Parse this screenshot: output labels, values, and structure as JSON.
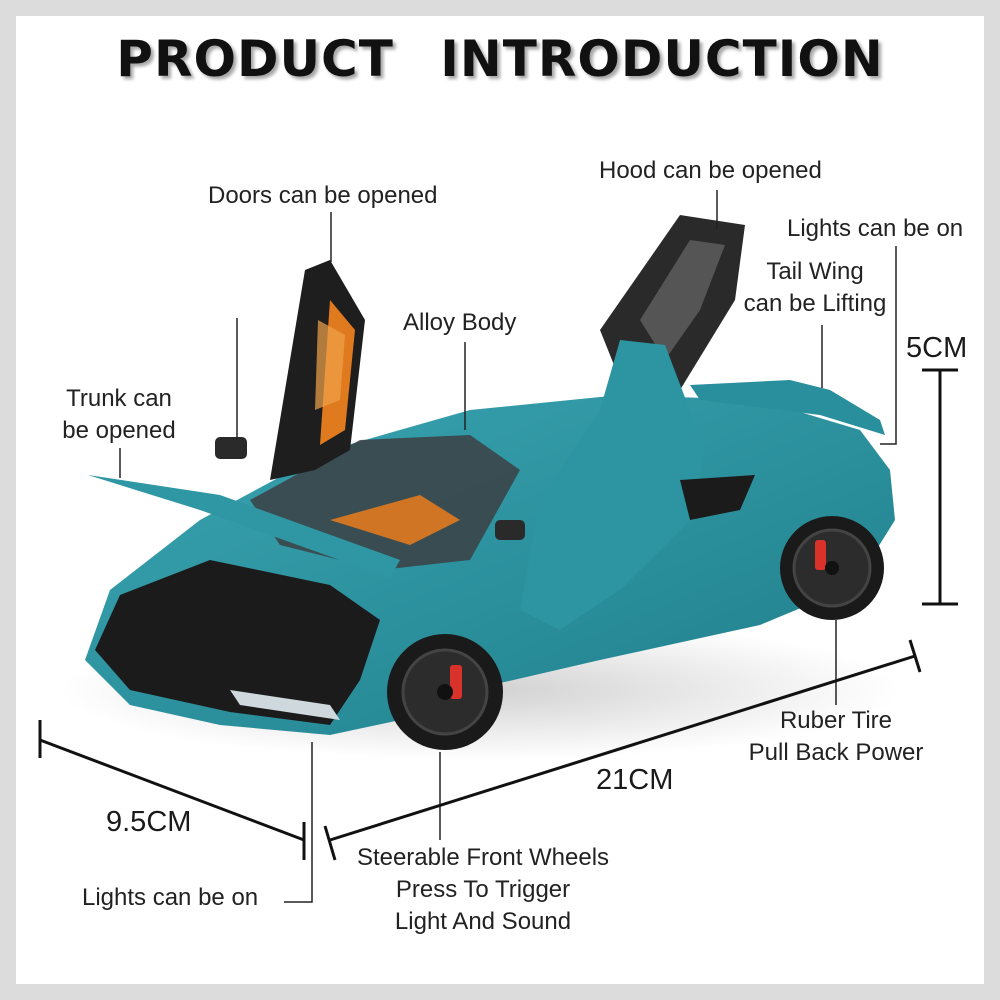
{
  "title": "PRODUCT   INTRODUCTION",
  "labels": {
    "doors": "Doors can be opened",
    "hood": "Hood can be opened",
    "lights_rear": "Lights can be on",
    "tail_wing": "Tail Wing\ncan be Lifting",
    "alloy_body": "Alloy Body",
    "trunk": "Trunk can\nbe opened",
    "tire": "Ruber Tire\nPull Back Power",
    "steerable": "Steerable Front Wheels\nPress To Trigger\nLight And Sound",
    "lights_front": "Lights can be on"
  },
  "dimensions": {
    "height": "5CM",
    "length": "21CM",
    "width": "9.5CM"
  },
  "colors": {
    "car_body": "#2a8f9c",
    "car_dark": "#1b1b1b",
    "caliper": "#d9322a",
    "accent_orange": "#e07a1f"
  }
}
